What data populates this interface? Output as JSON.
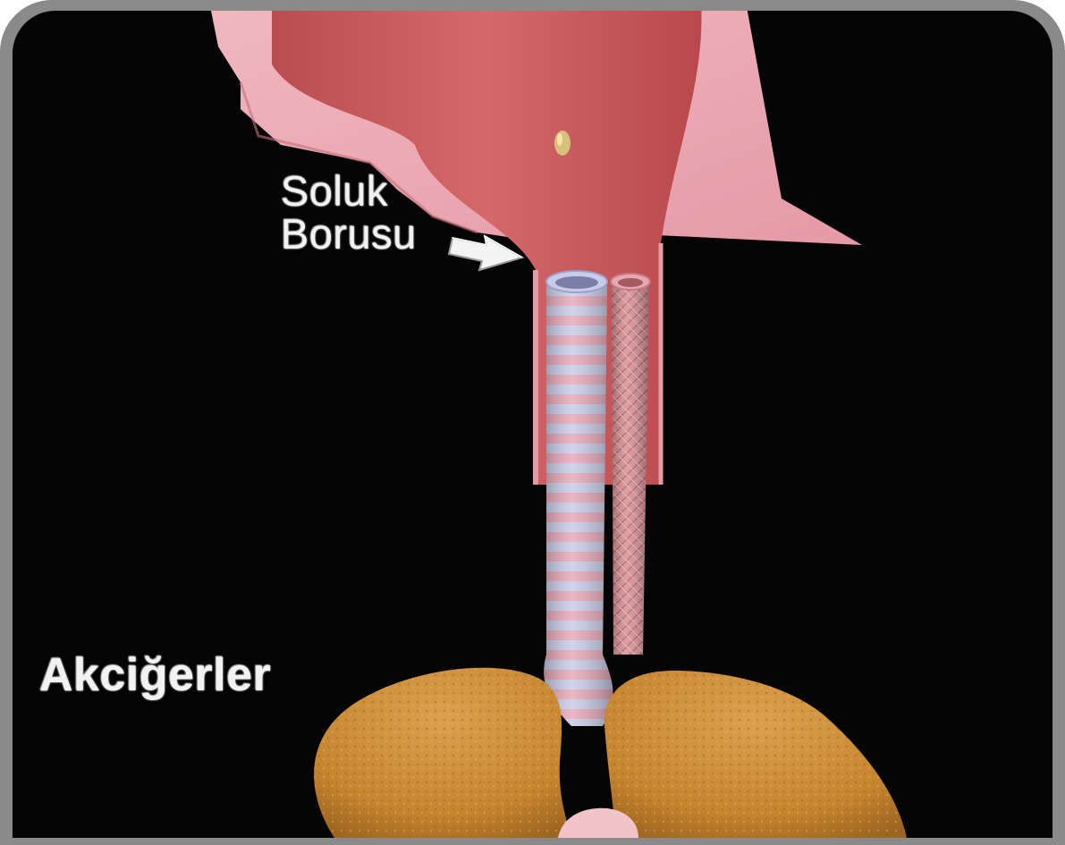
{
  "labels": {
    "trachea_line1": "Soluk",
    "trachea_line2": "Borusu",
    "lungs": "Akciğerler"
  },
  "colors": {
    "background": "#050505",
    "frame": "#8a8a8a",
    "throat": "#c8585a",
    "throat_light": "#e79aa4",
    "trachea_stripe_blue": "#c4c8e6",
    "trachea_stripe_pink": "#e7a7b6",
    "esophagus": "#d98a8e",
    "lung": "#c98a3a",
    "label_text": "#f2f2f2"
  },
  "icons": {
    "pointer": "arrow-right-icon"
  }
}
